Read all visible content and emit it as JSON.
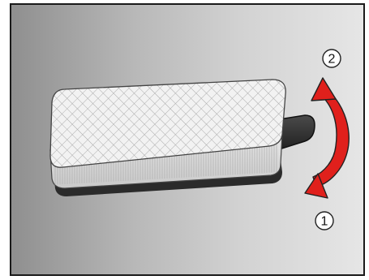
{
  "diagram": {
    "step_1": "1",
    "step_2": "2",
    "colors": {
      "background_dark": "#8f8f8f",
      "background_light": "#e6e6e6",
      "frame_border": "#1a1a1a",
      "filter_top": "#f2f2f2",
      "filter_side": "#dcdcdc",
      "handle": "#333333",
      "arrow": "#e0201c"
    },
    "icons": [
      "filter-pad-illustration",
      "curved-double-arrow-icon",
      "step-1-badge",
      "step-2-badge"
    ]
  }
}
